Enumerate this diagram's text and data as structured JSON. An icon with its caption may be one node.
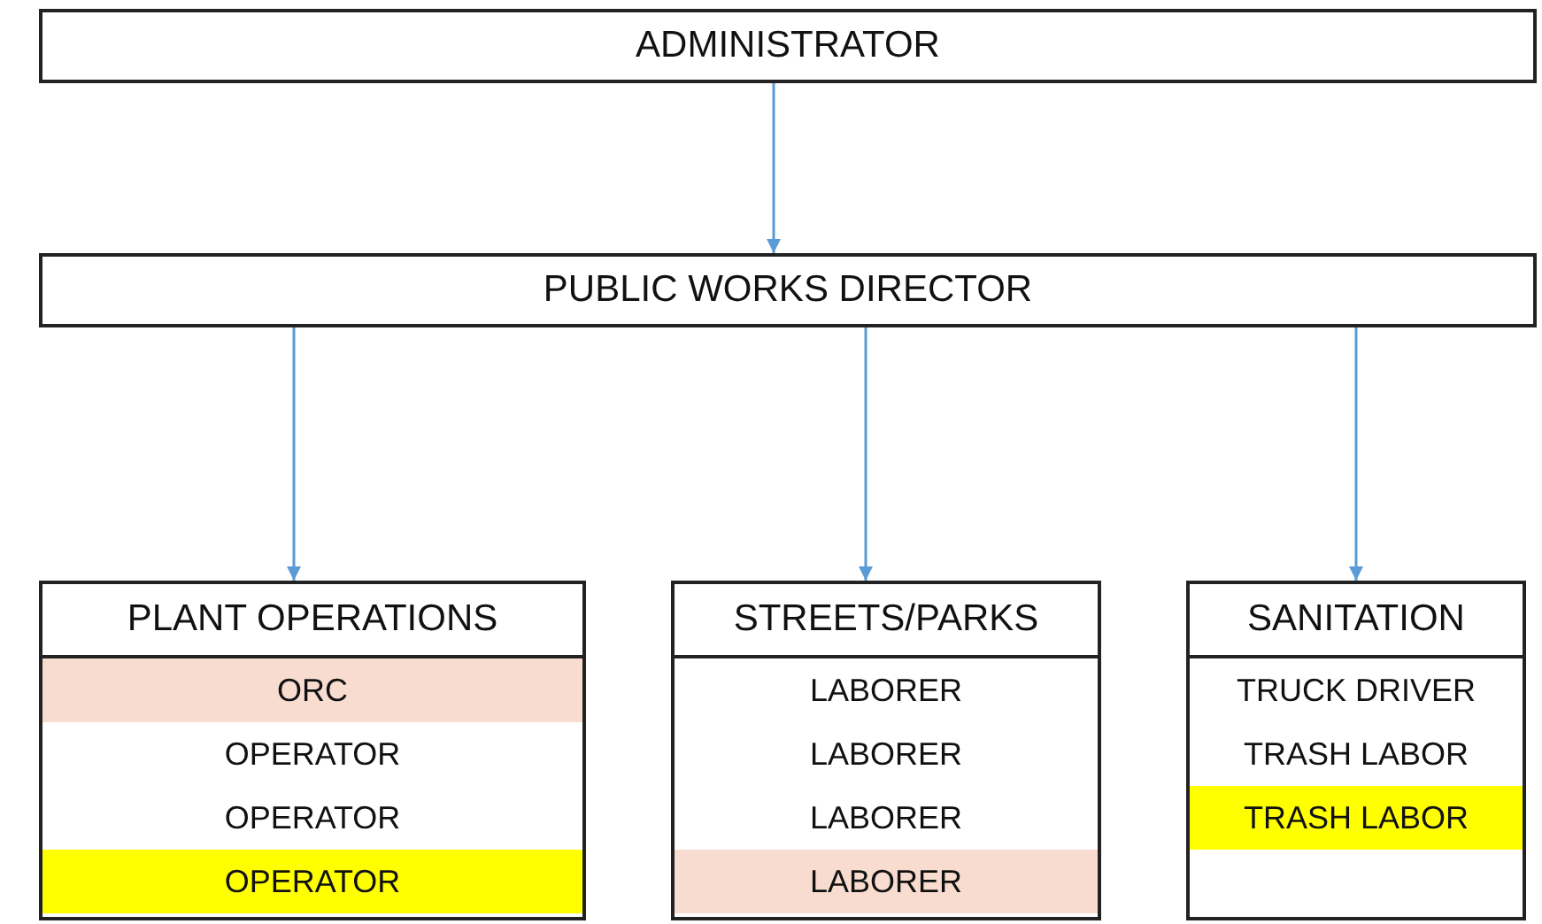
{
  "diagram": {
    "nodes": [
      {
        "text": [
          "ADMINISTRATOR"
        ]
      },
      {
        "text": [
          "PUBLIC WORKS DIRECTOR"
        ]
      },
      {
        "text": [
          "PLANT OPERATIONS"
        ]
      },
      {
        "text": [
          "ORC"
        ],
        "in": 2
      },
      {
        "text": [
          "OPERATOR"
        ],
        "in": 2
      },
      {
        "text": [
          "OPERATOR"
        ],
        "in": 2
      },
      {
        "text": [
          "OPERATOR"
        ],
        "in": 2
      },
      {
        "text": [
          "STREETS/PARKS"
        ]
      },
      {
        "text": [
          "LABORER"
        ],
        "in": 7
      },
      {
        "text": [
          "LABORER"
        ],
        "in": 7
      },
      {
        "text": [
          "LABORER"
        ],
        "in": 7
      },
      {
        "text": [
          "LABORER"
        ],
        "in": 7
      },
      {
        "text": [
          "SANITATION"
        ]
      },
      {
        "text": [
          "TRUCK DRIVER"
        ],
        "in": 12
      },
      {
        "text": [
          "TRASH LABOR"
        ],
        "in": 12
      },
      {
        "text": [
          "TRASH LABOR"
        ],
        "in": 12
      }
    ],
    "edges": [
      {
        "from": 0,
        "to": 1,
        "arrow": "to"
      },
      {
        "from": 1,
        "to": 2,
        "arrow": "to"
      },
      {
        "from": 1,
        "to": 7,
        "arrow": "to"
      },
      {
        "from": 1,
        "to": 12,
        "arrow": "to"
      }
    ]
  }
}
